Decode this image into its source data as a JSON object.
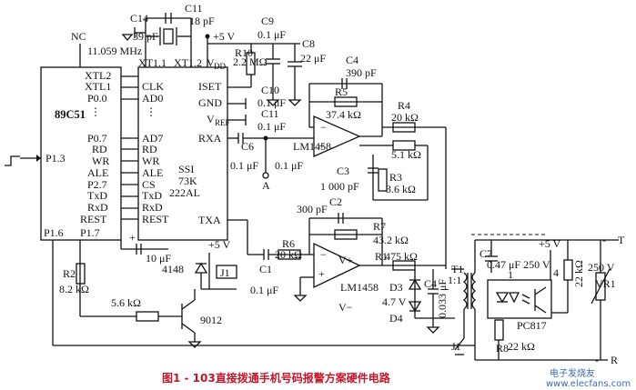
{
  "caption": "图1 - 103直接拨通手机号码报警方案硬件电路",
  "watermark": {
    "logo": "电子发烧友",
    "url": "www.elecfans.com"
  },
  "mcu": {
    "name": "89C51",
    "pins_left": [
      "XTL2",
      "XTL1",
      "P0.0",
      "P0.7",
      "RD",
      "WR",
      "ALE",
      "P2.7",
      "TxD",
      "RxD",
      "REST"
    ],
    "p13": "P1.3",
    "p16": "P1.6",
    "p17": "P1.7",
    "nc": "NC"
  },
  "ssi": {
    "name1": "SSI",
    "name2": "73K",
    "name3": "222AL",
    "pins_left": [
      "XT1.1",
      "CLK",
      "AD0",
      "AD7",
      "RD",
      "WR",
      "ALE",
      "CS",
      "TxD",
      "RxD",
      "REST"
    ],
    "xt12": "XT1.2",
    "vdd": "V",
    "vdd_sub": "DD",
    "pins_right": [
      "ISET",
      "GND",
      "RXA",
      "TXA"
    ],
    "vref": "V",
    "vref_sub": "REF"
  },
  "parts": {
    "c14": "C14",
    "c14_val": "39 pF",
    "c11": "C11",
    "c11_val": "18 pF",
    "xtal": "11.059 MHz",
    "plus5v": "+5 V",
    "c9": "C9",
    "c9_val": "0.1 μF",
    "r10": "R10",
    "r10_val": "2.2 MΩ",
    "c8": "C8",
    "c8_val": "22 μF",
    "c10": "C10",
    "c10_val": "0.1 μF",
    "c11b": "C11",
    "c11b_val": "0.1 μF",
    "c6": "C6",
    "c6_val": "0.1 μF",
    "c6b_val": "0.1 μF",
    "a": "A",
    "c4": "C4",
    "c4_val": "390 pF",
    "r5": "R5",
    "r5_val": "37.4 kΩ",
    "r4": "R4",
    "r4_val": "20 kΩ",
    "lm1": "LM1458",
    "r_51": "5.1 kΩ",
    "c3": "C3",
    "c3_val": "1 000 pF",
    "r3": "R3",
    "r3_val": "3.6 kΩ",
    "c2": "C2",
    "c2_val": "300 pF",
    "r7": "R7",
    "r7_val": "43.2 kΩ",
    "r6": "R6",
    "r6_val": "20 kΩ",
    "c1": "C1",
    "c1_val": "0.1 μF",
    "vplus": "V+",
    "vminus": "V−",
    "lm2": "LM1458",
    "r1": "R1",
    "r1_val": "475 kΩ",
    "d3": "D3",
    "d3_val": "4.7 V",
    "d4": "D4",
    "c4b_val": "0.033 μF",
    "t1": "T1",
    "t1_ratio": "1:1",
    "c7": "C7",
    "c7_val": "0.47 μF 250 V",
    "plus5v2": "+5 V",
    "pin1": "1",
    "pin4": "4",
    "r22": "22 kΩ",
    "r8": "R8",
    "r8_val": "22 kΩ",
    "pc817": "PC817",
    "j1": "J1",
    "vr1": "VR1",
    "vr1_val": "250 V",
    "t": "T",
    "r": "R",
    "c_10uf": "10 μF",
    "plus5v3": "+5 V",
    "d_4148": "4148",
    "j1b": "J1",
    "r2": "R2",
    "r2_val": "8.2 kΩ",
    "r_56": "5.6 kΩ",
    "q9012": "9012"
  }
}
